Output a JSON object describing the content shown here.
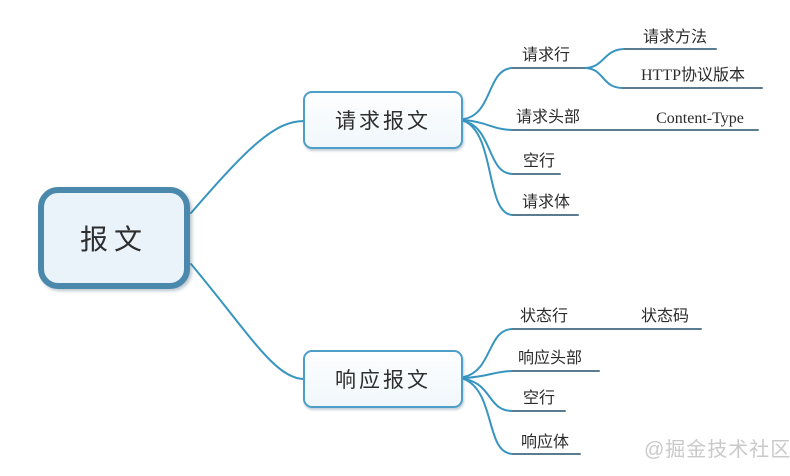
{
  "root": {
    "label": "报文"
  },
  "branches": {
    "request": {
      "label": "请求报文",
      "children": {
        "request_line": {
          "label": "请求行",
          "children": {
            "method": {
              "label": "请求方法"
            },
            "http_version": {
              "label": "HTTP协议版本"
            }
          }
        },
        "request_headers": {
          "label": "请求头部",
          "children": {
            "content_type": {
              "label": "Content-Type"
            }
          }
        },
        "empty_line": {
          "label": "空行"
        },
        "request_body": {
          "label": "请求体"
        }
      }
    },
    "response": {
      "label": "响应报文",
      "children": {
        "status_line": {
          "label": "状态行",
          "children": {
            "status_code": {
              "label": "状态码"
            }
          }
        },
        "response_headers": {
          "label": "响应头部"
        },
        "empty_line": {
          "label": "空行"
        },
        "response_body": {
          "label": "响应体"
        }
      }
    }
  },
  "watermark": "@掘金技术社区",
  "colors": {
    "connector": "#3795c0",
    "underline": "#5b7b91",
    "root_border": "#4a89ac",
    "root_fill": "#eaf3f9",
    "child_border": "#4d9ec8",
    "child_fill": "#f5fafd",
    "text": "#2e2e2e",
    "watermark": "#c9c9c9"
  }
}
